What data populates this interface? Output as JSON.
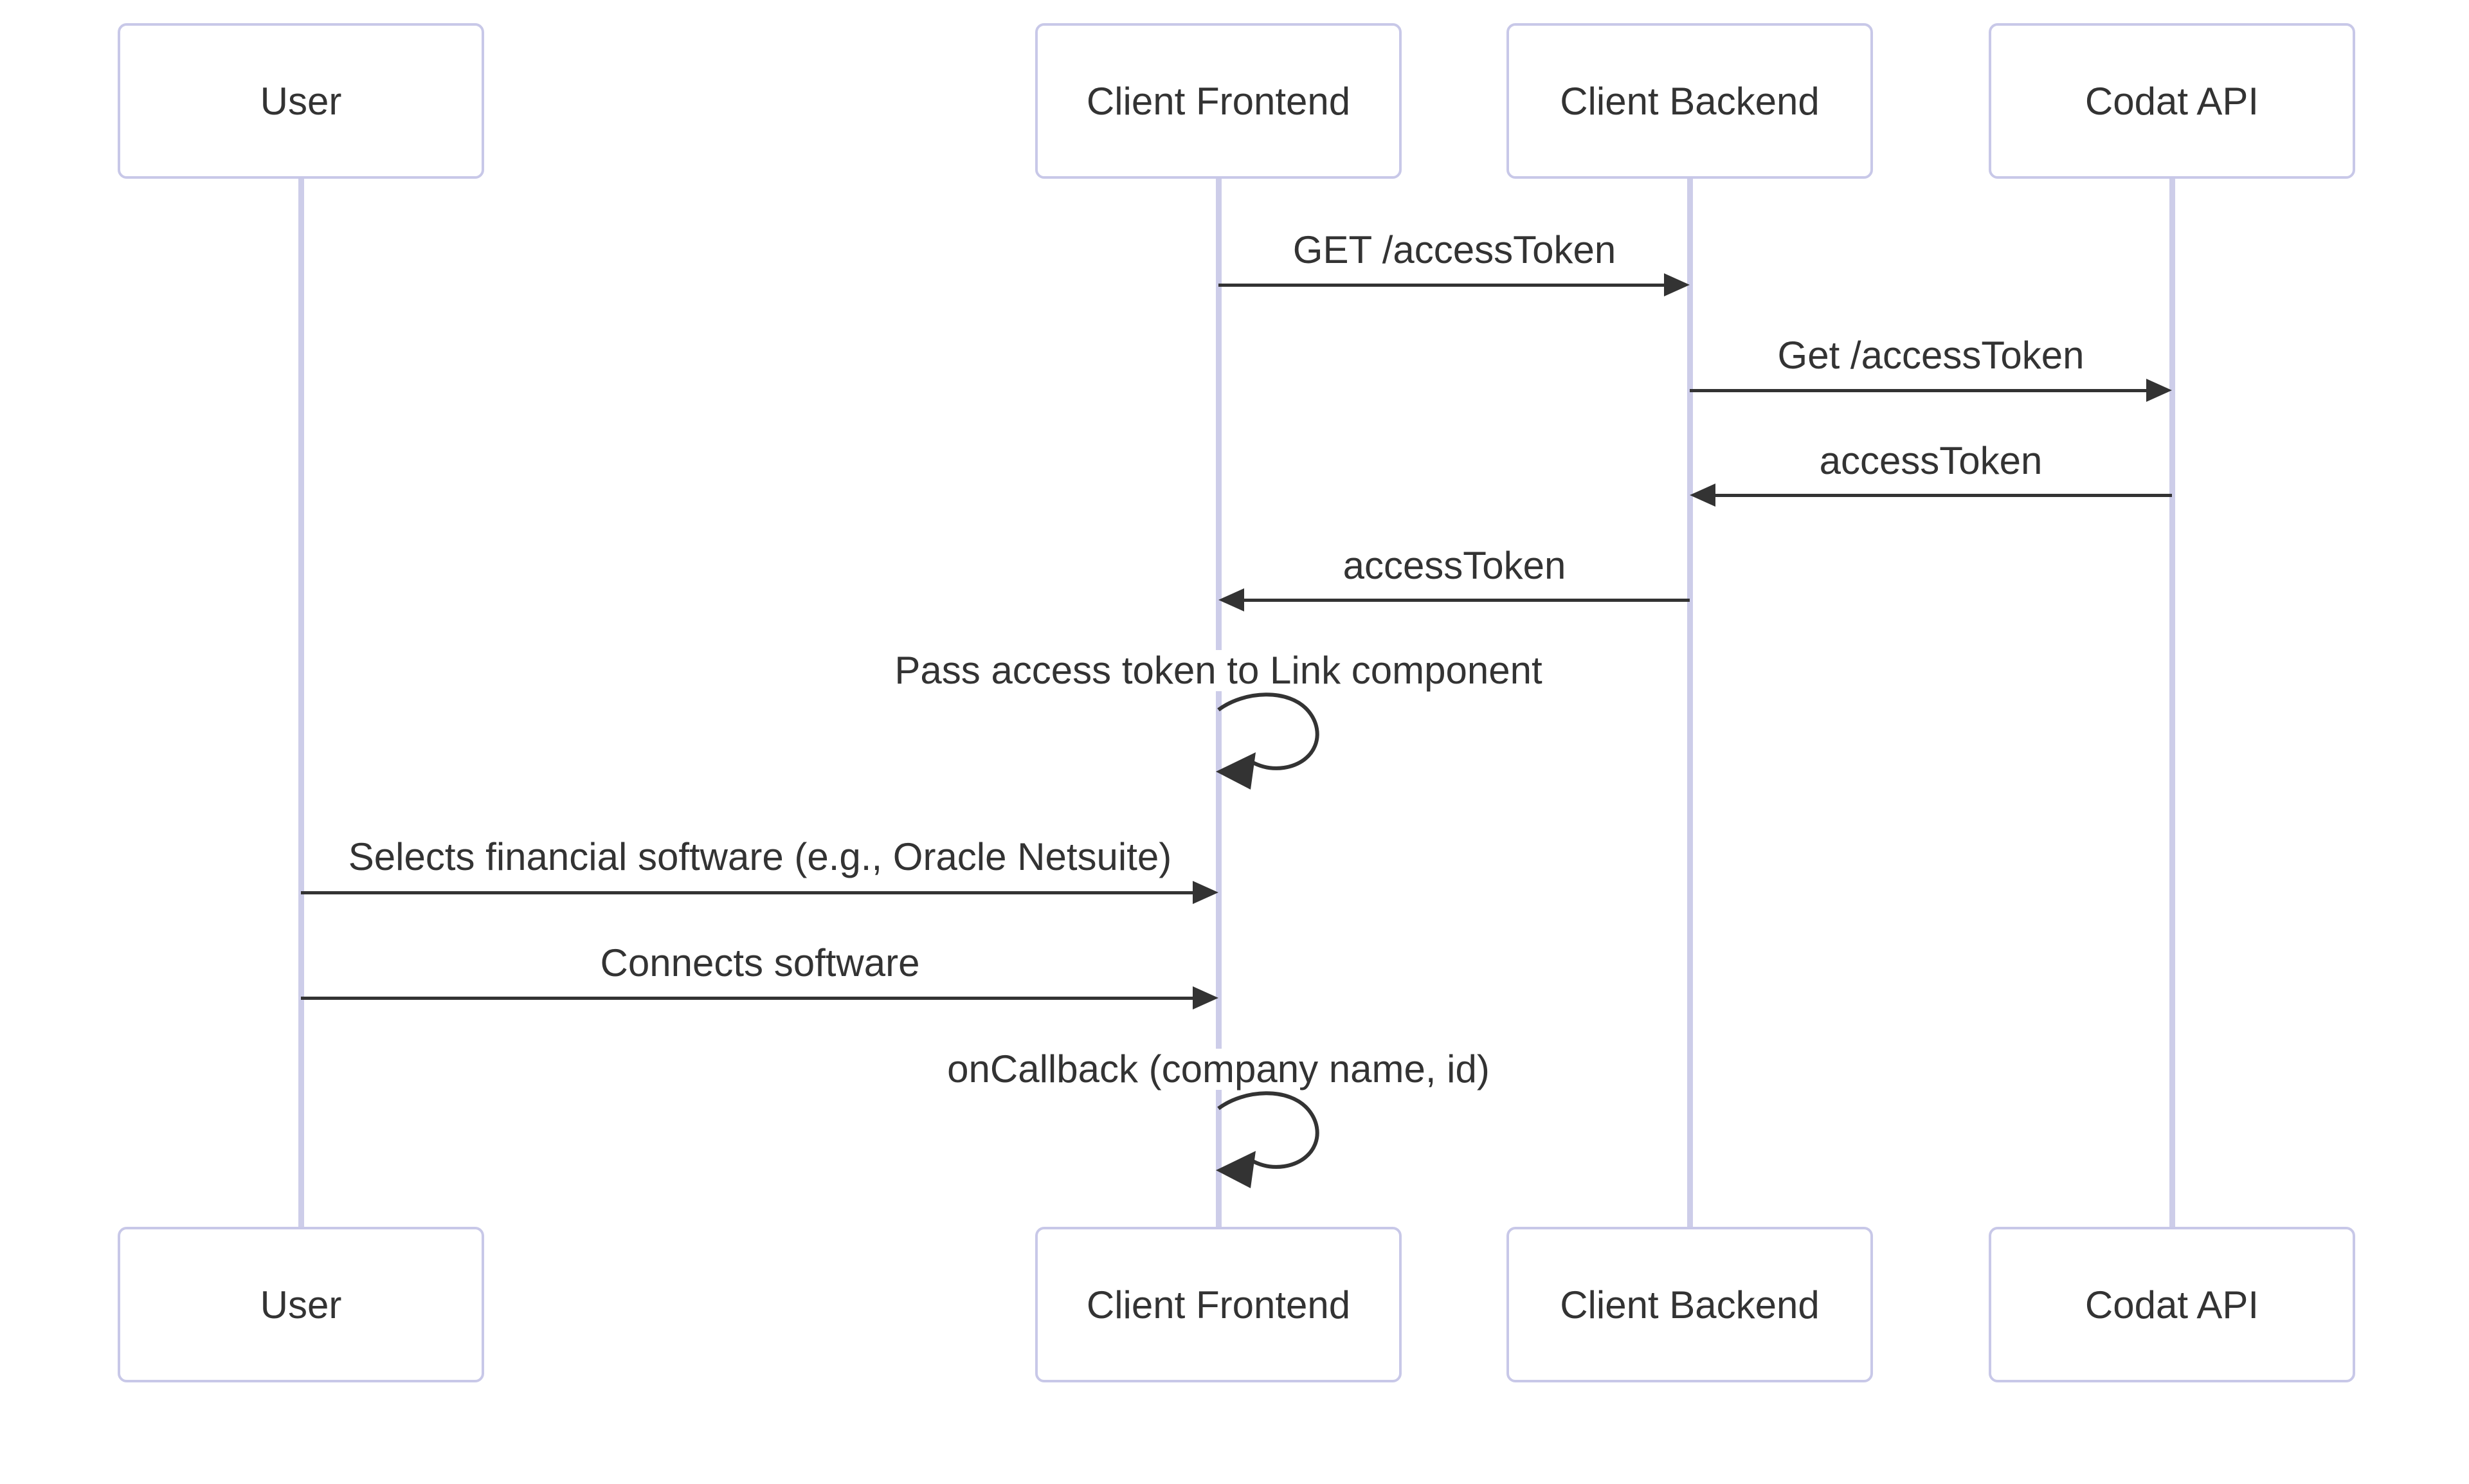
{
  "diagram": {
    "type": "sequence",
    "actors": [
      {
        "id": "user",
        "label": "User"
      },
      {
        "id": "client-frontend",
        "label": "Client Frontend"
      },
      {
        "id": "client-backend",
        "label": "Client Backend"
      },
      {
        "id": "codat-api",
        "label": "Codat API"
      }
    ],
    "messages": [
      {
        "from": "client-frontend",
        "to": "client-backend",
        "label": "GET /accessToken",
        "kind": "solid-arrow"
      },
      {
        "from": "client-backend",
        "to": "codat-api",
        "label": "Get /accessToken",
        "kind": "solid-arrow"
      },
      {
        "from": "codat-api",
        "to": "client-backend",
        "label": "accessToken",
        "kind": "solid-arrow"
      },
      {
        "from": "client-backend",
        "to": "client-frontend",
        "label": "accessToken",
        "kind": "solid-arrow"
      },
      {
        "from": "client-frontend",
        "to": "client-frontend",
        "label": "Pass access token to Link component",
        "kind": "self-loop"
      },
      {
        "from": "user",
        "to": "client-frontend",
        "label": "Selects financial software (e.g., Oracle Netsuite)",
        "kind": "solid-arrow"
      },
      {
        "from": "user",
        "to": "client-frontend",
        "label": "Connects software",
        "kind": "solid-arrow"
      },
      {
        "from": "client-frontend",
        "to": "client-frontend",
        "label": "onCallback (company name, id)",
        "kind": "self-loop"
      }
    ],
    "colors": {
      "background": "#ffffff",
      "actor_border": "#c8c8e8",
      "actor_fill": "#ffffff",
      "lifeline": "#cdcde9",
      "arrow": "#333333",
      "text": "#333333"
    }
  }
}
